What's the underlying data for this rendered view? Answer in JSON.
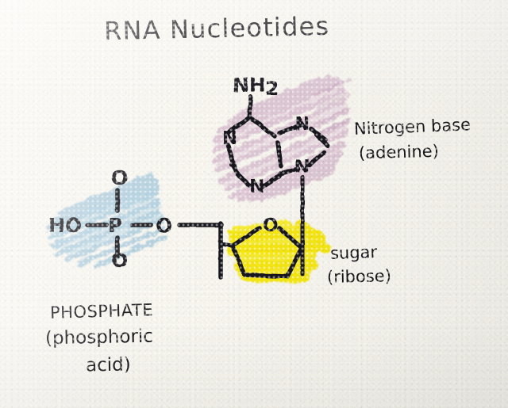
{
  "page": {
    "title": "RNA Nucleotides",
    "medium": "hand-drawn pen sketch on textured paper",
    "paper_color": "#f7f5ee",
    "ink_color": "#17161a"
  },
  "title": {
    "text": "RNA Nucleotides"
  },
  "labels": {
    "nitrogen_base": "Nitrogen base",
    "nitrogen_base_sub": "(adenine)",
    "sugar": "sugar",
    "sugar_sub": "(ribose)",
    "phosphate": "PHOSPHATE",
    "phosphate_sub1": "(phosphoric",
    "phosphate_sub2": "acid)"
  },
  "highlights": [
    {
      "name": "phosphate-highlight",
      "color": "#8fbdd8",
      "region": "phosphate group",
      "medium": "blue colored pencil"
    },
    {
      "name": "base-highlight",
      "color": "#c49bbb",
      "region": "nitrogen base ring",
      "medium": "pink/purple colored pencil"
    },
    {
      "name": "sugar-highlight",
      "color": "#f5e500",
      "region": "ribose ring",
      "medium": "yellow highlighter"
    }
  ],
  "structure": {
    "phosphate_atoms": {
      "hydroxyl": "HO",
      "phosphorus": "P",
      "oxygen_top": "O",
      "oxygen_bottom": "O",
      "oxygen_bridge": "O"
    },
    "base_atoms": {
      "amine": "NH",
      "amine_subscript": "2",
      "n1": "N",
      "n3": "N",
      "n7": "N",
      "n9": "N"
    },
    "sugar_atoms": {
      "ring_oxygen": "O"
    }
  }
}
